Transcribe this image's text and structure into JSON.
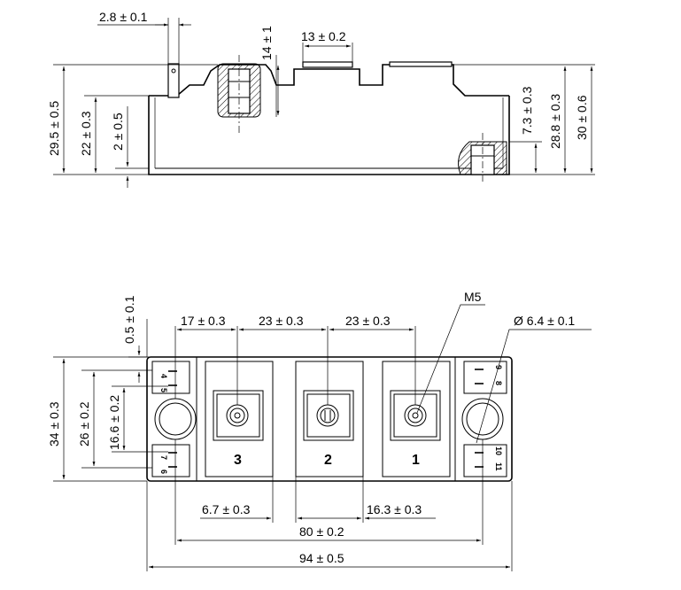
{
  "side_view": {
    "dims": {
      "tab_width": "2.8 ± 0.1",
      "screw_depth": "14 ± 1",
      "terminal_width": "13 ± 0.2",
      "overall_height_left": "29.5 ± 0.5",
      "base_to_shoulder": "22 ± 0.3",
      "base_plate": "2 ± 0.5",
      "mount_hole_height": "7.3 ± 0.3",
      "terminal_height": "28.8 ± 0.3",
      "overall_height_right": "30 ± 0.6"
    }
  },
  "top_view": {
    "dims": {
      "edge_gap": "0.5 ± 0.1",
      "pitch_first": "17 ± 0.3",
      "pitch_12": "23 ± 0.3",
      "pitch_23": "23 ± 0.3",
      "thread": "M5",
      "hole_dia": "Ø  6.4 ± 0.1",
      "width": "34 ± 0.3",
      "inner_width": "26 ± 0.2",
      "aux_spacing": "16.6 ± 0.2",
      "offset_left": "6.7 ± 0.3",
      "offset_right": "16.3 ± 0.3",
      "hole_pitch": "80 ± 0.2",
      "overall_length": "94 ± 0.5"
    },
    "terminals": [
      "3",
      "2",
      "1"
    ],
    "aux_pins_left": [
      "4",
      "5",
      "7",
      "6"
    ],
    "aux_pins_right": [
      "9",
      "8",
      "10",
      "11"
    ]
  }
}
